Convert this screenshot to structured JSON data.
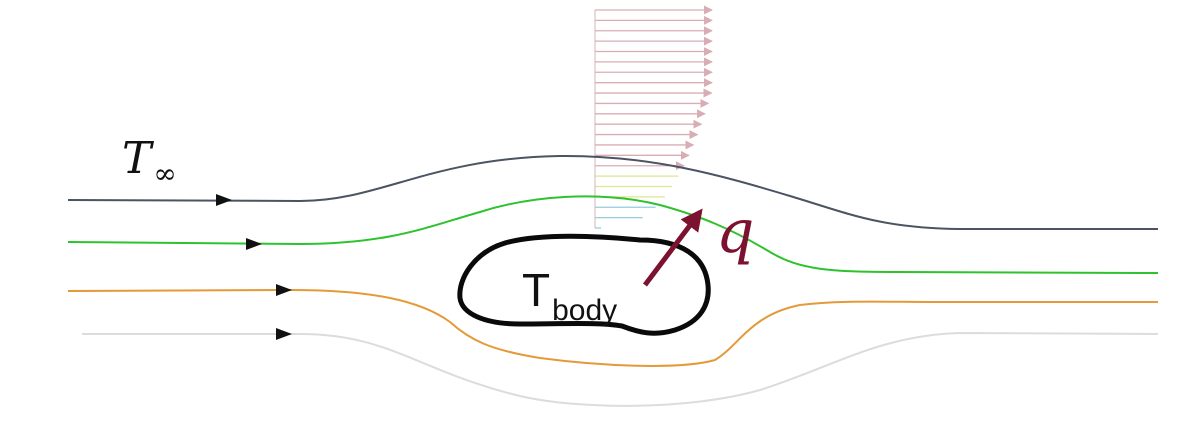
{
  "labels": {
    "t_inf_base": "T",
    "t_inf_sub": "∞",
    "t_body_base": "T",
    "t_body_sub": "body",
    "q": "q"
  },
  "colors": {
    "streamline_top": "#4a5462",
    "streamline_green": "#2ec22e",
    "streamline_orange": "#e49a38",
    "streamline_grey": "#dcdcdc",
    "body_outline": "#0a0a0a",
    "heat_flux_arrow": "#7c1130",
    "velocity_profile": "#c98b95",
    "text": "#111111"
  },
  "icons": [
    "flow-direction-arrow-icon",
    "heat-flux-arrow-icon",
    "velocity-vector-arrow-icon"
  ]
}
